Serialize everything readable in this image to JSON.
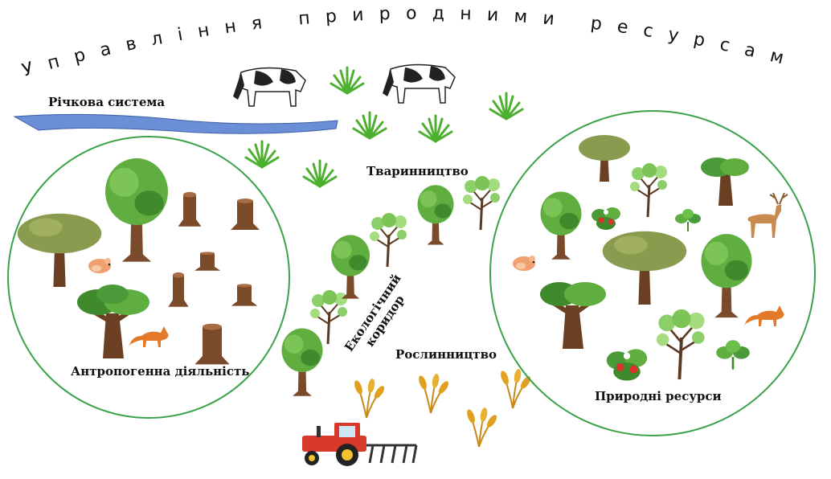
{
  "title": "Управління природними ресурсами",
  "labels": {
    "river": "Річкова система",
    "livestock": "Тваринництво",
    "corridor_line1": "Екологічний",
    "corridor_line2": "коридор",
    "crop": "Рослинництво",
    "anthropogenic": "Антропогенна діяльність",
    "natural": "Природні ресурси"
  },
  "colors": {
    "circle_stroke": "#3aa34a",
    "river_fill": "#6b8fd6",
    "foliage": "#5fae3f",
    "foliage_dark": "#3f8a2c",
    "olive_canopy": "#8a9a4e",
    "trunk": "#7a4a2a",
    "grass": "#4caf2f",
    "wheat": "#e0a020",
    "tractor_red": "#d9392b",
    "fox": "#e27a2a",
    "deer": "#c98a50",
    "hamster": "#f0a070"
  },
  "icons": [
    "cow-icon",
    "grass-icon",
    "tree-icon",
    "stump-icon",
    "fox-icon",
    "hamster-icon",
    "deer-icon",
    "wheat-icon",
    "tractor-icon",
    "strawberry-plant-icon",
    "clover-icon"
  ]
}
